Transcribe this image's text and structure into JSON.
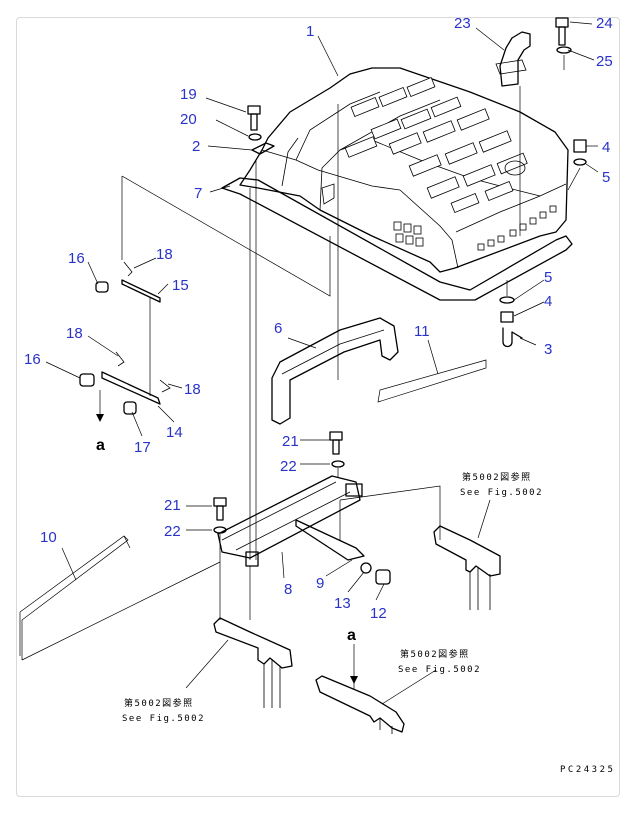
{
  "callouts": [
    "1",
    "2",
    "3",
    "4",
    "5",
    "6",
    "7",
    "8",
    "9",
    "10",
    "11",
    "12",
    "13",
    "14",
    "15",
    "16",
    "17",
    "18",
    "19",
    "20",
    "21",
    "22",
    "23",
    "24",
    "25"
  ],
  "view_marker": "a",
  "references": {
    "jp": "第5002図参照",
    "en": "See Fig.5002"
  },
  "drawing_code": "PC24325"
}
